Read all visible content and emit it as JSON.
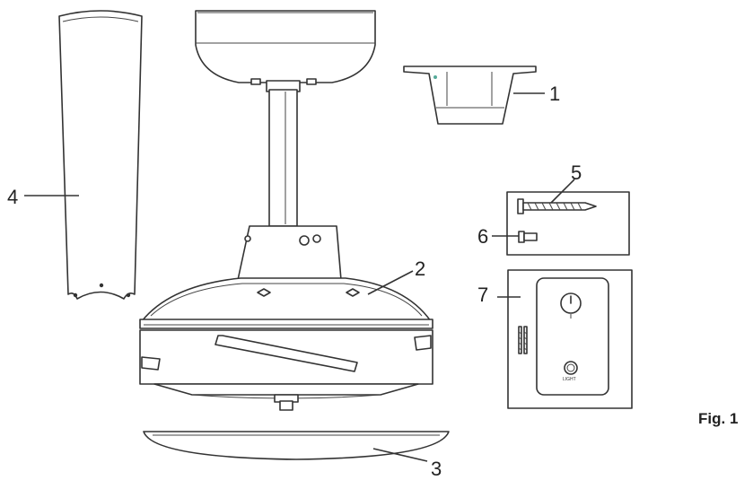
{
  "figure": {
    "label": "Fig. 1"
  },
  "parts": [
    {
      "number": "1",
      "name": "mounting bracket"
    },
    {
      "number": "2",
      "name": "fan motor housing"
    },
    {
      "number": "3",
      "name": "light cover"
    },
    {
      "number": "4",
      "name": "fan blade"
    },
    {
      "number": "5",
      "name": "screw"
    },
    {
      "number": "6",
      "name": "wall anchor"
    },
    {
      "number": "7",
      "name": "wall control"
    }
  ],
  "wall_control": {
    "light_label": "LIGHT"
  },
  "colors": {
    "line": "#333333",
    "background": "#ffffff"
  }
}
